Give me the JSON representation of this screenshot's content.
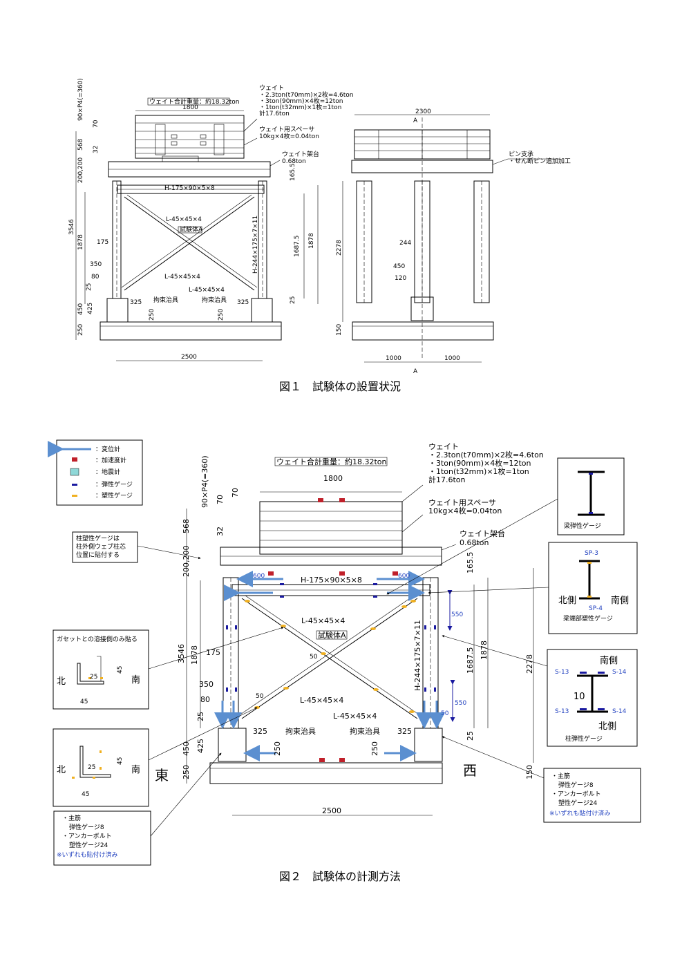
{
  "fig1": {
    "caption": "図１　試験体の設置状況",
    "weight_total": "ウェイト合計重量：約18.32ton",
    "weight_title": "ウェイト",
    "weight_lines": [
      "・2.3ton(t70mm)×2枚=4.6ton",
      "・3ton(90mm)×4枚=12ton",
      "・1ton(t32mm)×1枚=1ton",
      "計17.6ton"
    ],
    "spacer": "ウェイト用スペーサ",
    "spacer_val": "10kg×4枚=0.04ton",
    "stand": "ウェイト架台",
    "stand_val": "0.68ton",
    "pin_note1": "ピン支承",
    "pin_note2": "・せん断ピン追加加工",
    "beam": "H-175×90×5×8",
    "brace1": "L-45×45×4",
    "brace2": "L-45×45×4",
    "brace3": "L-45×45×4",
    "column": "H-244×175×7×11",
    "specimen": "試験体A",
    "jig_l": "拘束治具",
    "jig_r": "拘束治具",
    "dims": {
      "d1800": "1800",
      "d2300": "2300",
      "d2500": "2500",
      "d1000a": "1000",
      "d1000b": "1000",
      "d3546": "3546",
      "d1878": "1878",
      "d568": "568",
      "d200": "200,200",
      "d90p": "90×P4(=360)",
      "d70": "70",
      "d32": "32",
      "d175": "175",
      "d350": "350",
      "d80": "80",
      "d25": "25",
      "d450": "450",
      "d250": "250",
      "d425": "425",
      "d325a": "325",
      "d325b": "325",
      "d250b": "250",
      "d250c": "250",
      "d1687": "1687.5",
      "d1878r": "1878",
      "d165": "165.5",
      "d25r": "25",
      "d2278": "2278",
      "d244": "244",
      "d450r": "450",
      "d120": "120",
      "d150": "150",
      "secA": "A"
    }
  },
  "fig2": {
    "caption": "図２　試験体の計測方法",
    "legend": [
      "：変位計",
      "：加速度計",
      "：地震計",
      "：弾性ゲージ",
      "：塑性ゲージ"
    ],
    "note_col": [
      "柱塑性ゲージは",
      "柱外側ウェブ柱芯",
      "位置に貼付する"
    ],
    "gusset_note": "ガセットとの溶接側のみ貼る",
    "north": "北",
    "south": "南",
    "north2": "北",
    "south2": "南",
    "east": "東",
    "west": "西",
    "beam_elastic": "梁弾性ゲージ",
    "beam_end": "梁端部塑性ゲージ",
    "sp3": "SP-3",
    "sp4": "SP-4",
    "n_side": "北側",
    "s_side": "南側",
    "col_s": "南側",
    "col_n": "北側",
    "col_elastic": "柱弾性ゲージ",
    "s13a": "S-13",
    "s14a": "S-14",
    "s13b": "S-13",
    "s14b": "S-14",
    "ten": "10",
    "v600a": "600",
    "v600b": "600",
    "v550a": "550",
    "v550b": "550",
    "v50a": "50",
    "v50b": "50",
    "v50c": "50",
    "d25a": "25",
    "d25b": "25",
    "d45a": "45",
    "d45b": "45",
    "d45c": "45",
    "d45d": "45",
    "right_note": [
      "・主筋",
      "弾性ゲージ8",
      "・アンカーボルト",
      "塑性ゲージ24",
      "※いずれも貼付け済み"
    ],
    "left_note": [
      "・主筋",
      "弾性ゲージ8",
      "・アンカーボルト",
      "塑性ゲージ24",
      "※いずれも貼付け済み"
    ]
  },
  "colors": {
    "disp": "#5b8fd0",
    "accel": "#c0202a",
    "seis": "#8fd8d8",
    "elastic": "#1a1aa0",
    "plastic": "#f0b020",
    "note_blue": "#1f3fbf"
  }
}
